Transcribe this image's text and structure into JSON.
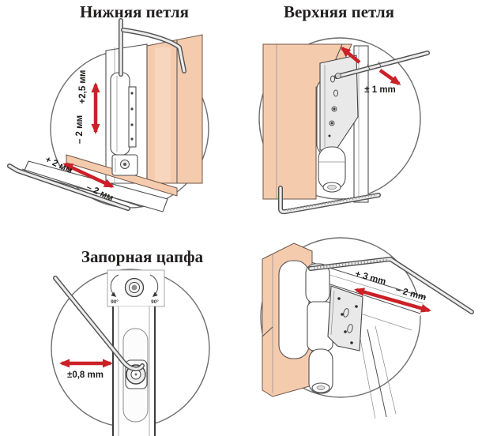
{
  "diagram": {
    "panels": {
      "lower_hinge": {
        "title": "Нижняя петля",
        "vertical_plus_label": "+2,5 мм",
        "vertical_minus_label": "– 2 мм",
        "lateral_plus_label": "+ 2 мм",
        "lateral_minus_label": "– 2 мм"
      },
      "upper_hinge": {
        "title": "Верхняя петля",
        "adjust_label": "± 1 mm"
      },
      "locking_cam": {
        "title": "Запорная цапфа",
        "adjust_label": "±0,8 mm",
        "rotate_left_label": "90°",
        "rotate_right_label": "90°"
      },
      "side_hinge": {
        "plus_label": "+ 3 mm",
        "minus_label": "– 2 mm"
      }
    },
    "colors": {
      "frame_pink": "#f5cbae",
      "arrow_red": "#cb2027",
      "outline": "#4f4f4f",
      "text": "#1d1d1b"
    }
  }
}
